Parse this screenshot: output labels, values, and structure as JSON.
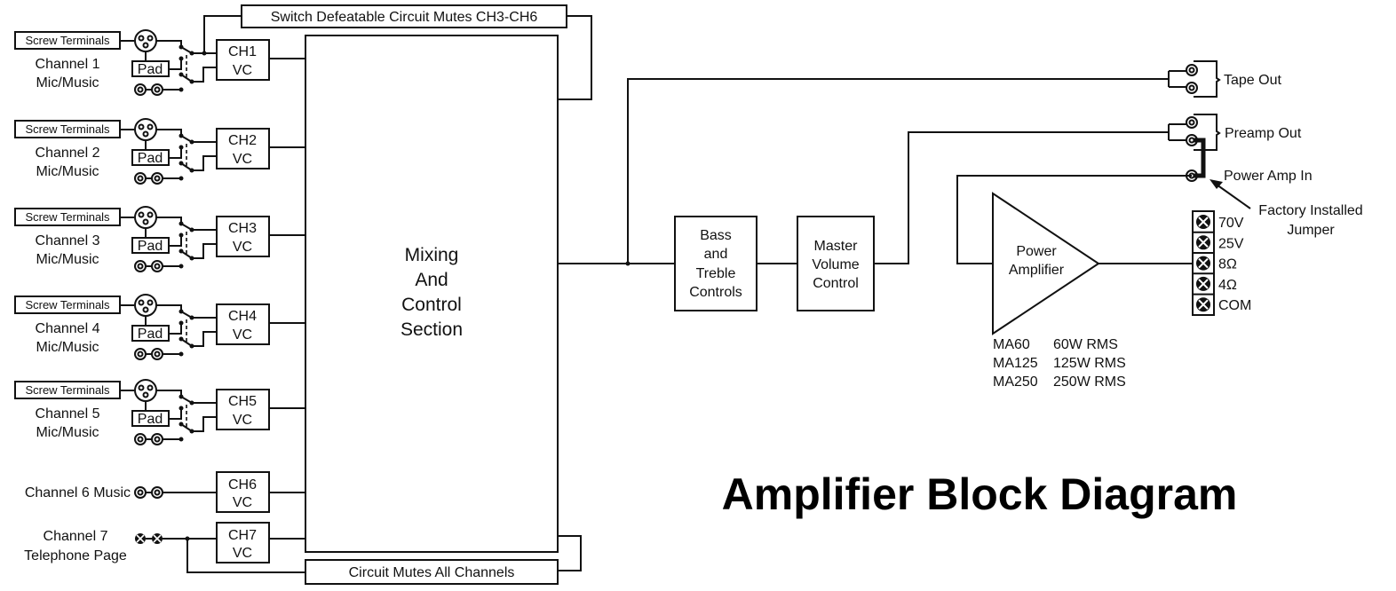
{
  "title": "Amplifier Block Diagram",
  "mute_bus_top": "Switch Defeatable Circuit Mutes CH3-CH6",
  "mute_bus_bottom": "Circuit Mutes All Channels",
  "mixing_section": [
    "Mixing",
    "And",
    "Control",
    "Section"
  ],
  "mic_channels": [
    {
      "terminal_label": "Screw Terminals",
      "name": "Channel 1",
      "type": "Mic/Music",
      "pad": "Pad",
      "vc": [
        "CH1",
        "VC"
      ]
    },
    {
      "terminal_label": "Screw Terminals",
      "name": "Channel 2",
      "type": "Mic/Music",
      "pad": "Pad",
      "vc": [
        "CH2",
        "VC"
      ]
    },
    {
      "terminal_label": "Screw Terminals",
      "name": "Channel 3",
      "type": "Mic/Music",
      "pad": "Pad",
      "vc": [
        "CH3",
        "VC"
      ]
    },
    {
      "terminal_label": "Screw Terminals",
      "name": "Channel 4",
      "type": "Mic/Music",
      "pad": "Pad",
      "vc": [
        "CH4",
        "VC"
      ]
    },
    {
      "terminal_label": "Screw Terminals",
      "name": "Channel 5",
      "type": "Mic/Music",
      "pad": "Pad",
      "vc": [
        "CH5",
        "VC"
      ]
    }
  ],
  "channel6": {
    "label": "Channel 6 Music",
    "vc": [
      "CH6",
      "VC"
    ]
  },
  "channel7": {
    "label": [
      "Channel 7",
      "Telephone Page"
    ],
    "vc": [
      "CH7",
      "VC"
    ]
  },
  "tone_block": [
    "Bass",
    "and",
    "Treble",
    "Controls"
  ],
  "master_block": [
    "Master",
    "Volume",
    "Control"
  ],
  "outputs": {
    "tape_out": "Tape Out",
    "preamp_out": "Preamp Out",
    "power_amp_in": "Power Amp In",
    "jumper_note": [
      "Factory Installed",
      "Jumper"
    ]
  },
  "power_amp": {
    "label": [
      "Power",
      "Amplifier"
    ],
    "models": [
      {
        "model": "MA60",
        "rating": "60W RMS"
      },
      {
        "model": "MA125",
        "rating": "125W RMS"
      },
      {
        "model": "MA250",
        "rating": "250W RMS"
      }
    ]
  },
  "speaker_terminals": [
    "70V",
    "25V",
    "8Ω",
    "4Ω",
    "COM"
  ]
}
